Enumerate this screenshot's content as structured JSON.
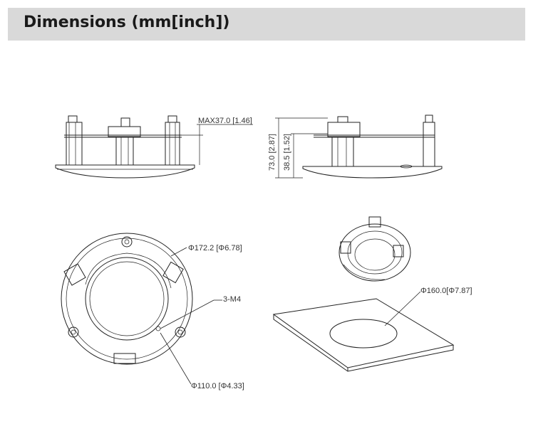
{
  "header": {
    "title": "Dimensions (mm[inch])"
  },
  "dimensions": {
    "max_height": "MAX37.0 [1.46]",
    "total_height": "73.0 [2.87]",
    "partial_height": "38.5 [1.52]",
    "outer_diameter": "Φ172.2 [Φ6.78]",
    "screw_holes": "3-M4",
    "inner_diameter": "Φ110.0 [Φ4.33]",
    "cutout_diameter": "Φ160.0[Φ7.87]"
  },
  "colors": {
    "header_bg": "#d9d9d9",
    "line": "#222222"
  }
}
